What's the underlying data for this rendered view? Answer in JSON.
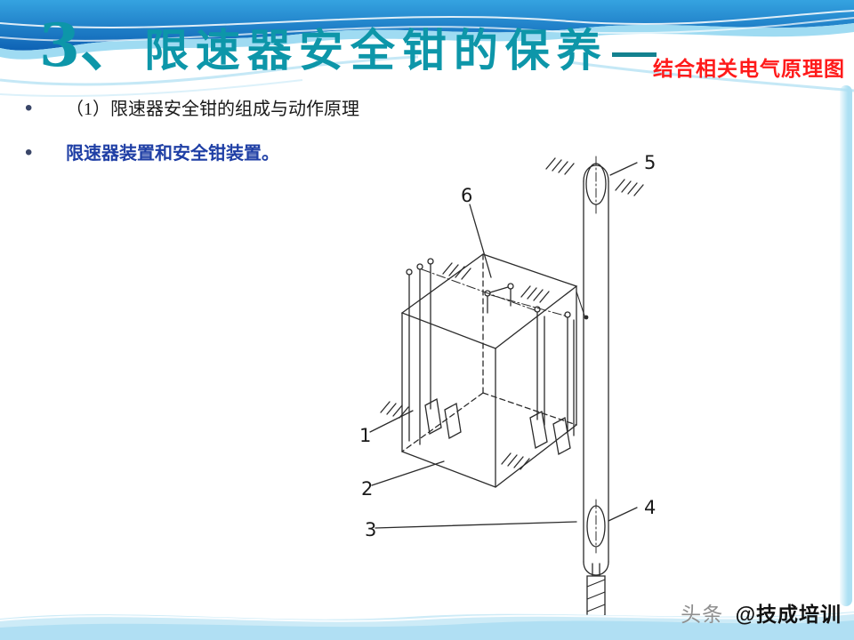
{
  "slide": {
    "number": "3、",
    "title": "限速器安全钳的保养",
    "subtitle": "结合相关电气原理图",
    "bullets": [
      {
        "marker": "•",
        "text": "（1）限速器安全钳的组成与动作原理"
      },
      {
        "marker": "•",
        "text": "限速器装置和安全钳装置。"
      }
    ],
    "watermark": {
      "prefix": "头条",
      "handle": "@技成培训"
    }
  },
  "diagram": {
    "description": "限速器装置和安全钳装置示意图",
    "labels": [
      "1",
      "2",
      "3",
      "4",
      "5",
      "6"
    ]
  },
  "colors": {
    "title_teal": "#0d96a9",
    "subtitle_red": "#ff1a1a",
    "bullet_blue": "#1f3fa5",
    "band_blue_top": "#35a3e0",
    "band_blue_bottom": "#0e62b4",
    "band_light": "#8ed5f0",
    "line_color": "#2b2b2b"
  }
}
